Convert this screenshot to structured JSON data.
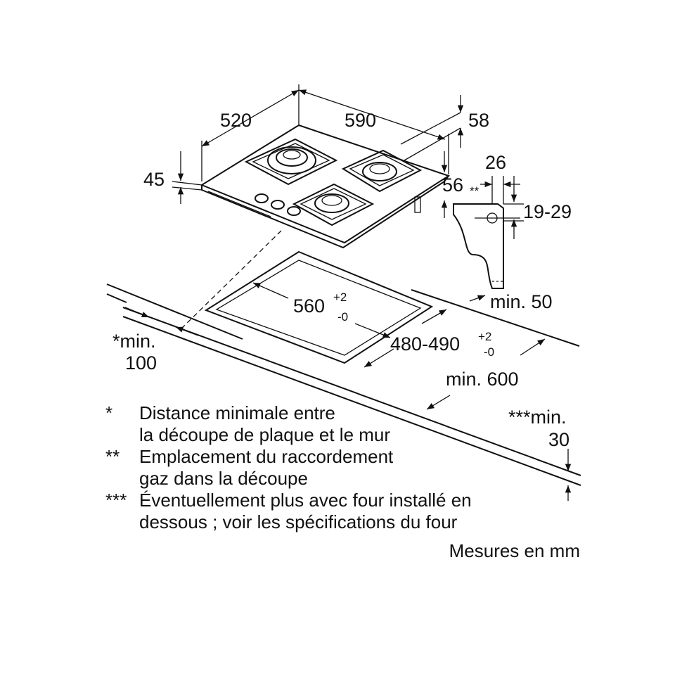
{
  "dimensions": {
    "depth_hob": "520",
    "width_hob": "590",
    "height_total": "58",
    "glass_thickness": "45",
    "height_body": "56",
    "gas_mark": "**",
    "bracket_width": "26",
    "worktop_thickness": "19-29",
    "min_back": "min. 50",
    "cutout_width": "560",
    "cutout_width_tol_plus": "+2",
    "cutout_width_tol_minus": "-0",
    "cutout_depth": "480-490",
    "cutout_depth_tol_plus": "+2",
    "cutout_depth_tol_minus": "-0",
    "min_side_line1": "*min.",
    "min_side_line2": "100",
    "min_depth": "min. 600",
    "min_front_line1": "***min.",
    "min_front_line2": "30"
  },
  "notes": [
    {
      "mark": "*",
      "lines": [
        "Distance minimale entre",
        "la découpe de plaque et le mur"
      ]
    },
    {
      "mark": "**",
      "lines": [
        "Emplacement du raccordement",
        "gaz dans la découpe"
      ]
    },
    {
      "mark": "***",
      "lines": [
        "Éventuellement plus avec four installé en",
        "dessous ; voir les spécifications du four"
      ]
    }
  ],
  "units": "Mesures en mm"
}
